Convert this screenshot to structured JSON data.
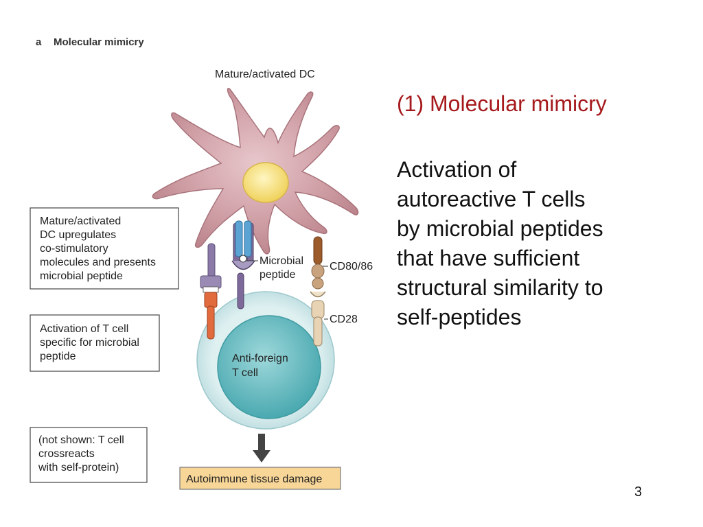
{
  "figure": {
    "panel_letter": "a",
    "panel_title": "Molecular mimicry",
    "dc_label": "Mature/activated DC",
    "box1_lines": [
      "Mature/activated",
      "DC upregulates",
      "co-stimulatory",
      "molecules and presents",
      "microbial peptide"
    ],
    "box2_lines": [
      "Activation of T cell",
      "specific for microbial",
      "peptide"
    ],
    "box3_lines": [
      "(not shown: T cell",
      "crossreacts",
      "with self-protein)"
    ],
    "microbial_peptide_lines": [
      "Microbial",
      "peptide"
    ],
    "cd80_label": "CD80/86",
    "cd28_label": "CD28",
    "tcell_lines": [
      "Anti-foreign",
      "T cell"
    ],
    "outcome_label": "Autoimmune tissue damage"
  },
  "slide": {
    "title": "(1) Molecular mimicry",
    "body_lines": [
      "Activation of",
      "autoreactive T cells",
      "by microbial peptides",
      "that have sufficient",
      "structural similarity to",
      "self-peptides"
    ],
    "page_number": "3"
  },
  "colors": {
    "title_red": "#a6191c",
    "dc_pink": "#c9959c",
    "nucleus_yellow": "#f6e27a",
    "tcell_outer": "#cfe6e8",
    "tcell_inner": "#5fb9bf",
    "tcr_blue": "#5aa3d3",
    "mhc_purple": "#7d6a9a",
    "orange_receptor": "#e0663a",
    "cd80_brown": "#9c5b2a",
    "cd28_beige": "#e8d4b4",
    "outcome_box": "#f8d697"
  }
}
